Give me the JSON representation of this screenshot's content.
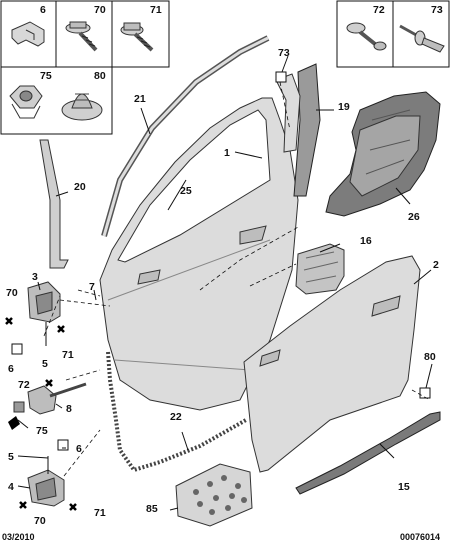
{
  "legend_left": {
    "cells": [
      {
        "ref": "6"
      },
      {
        "ref": "70"
      },
      {
        "ref": "71"
      },
      {
        "ref": "75"
      },
      {
        "ref": "80"
      }
    ]
  },
  "legend_right": {
    "cells": [
      {
        "ref": "72"
      },
      {
        "ref": "73"
      }
    ]
  },
  "callouts": {
    "c1": "1",
    "c2": "2",
    "c3": "3",
    "c4": "4",
    "c5a": "5",
    "c5b": "5",
    "c6a": "6",
    "c6b": "6",
    "c7": "7",
    "c8": "8",
    "c15": "15",
    "c16": "16",
    "c19": "19",
    "c20": "20",
    "c21": "21",
    "c22": "22",
    "c25": "25",
    "c26": "26",
    "c70a": "70",
    "c70b": "70",
    "c71a": "71",
    "c71b": "71",
    "c72": "72",
    "c73": "73",
    "c75": "75",
    "c80": "80",
    "c85": "85"
  },
  "footer": {
    "date": "03/2010",
    "code": "00076014"
  }
}
